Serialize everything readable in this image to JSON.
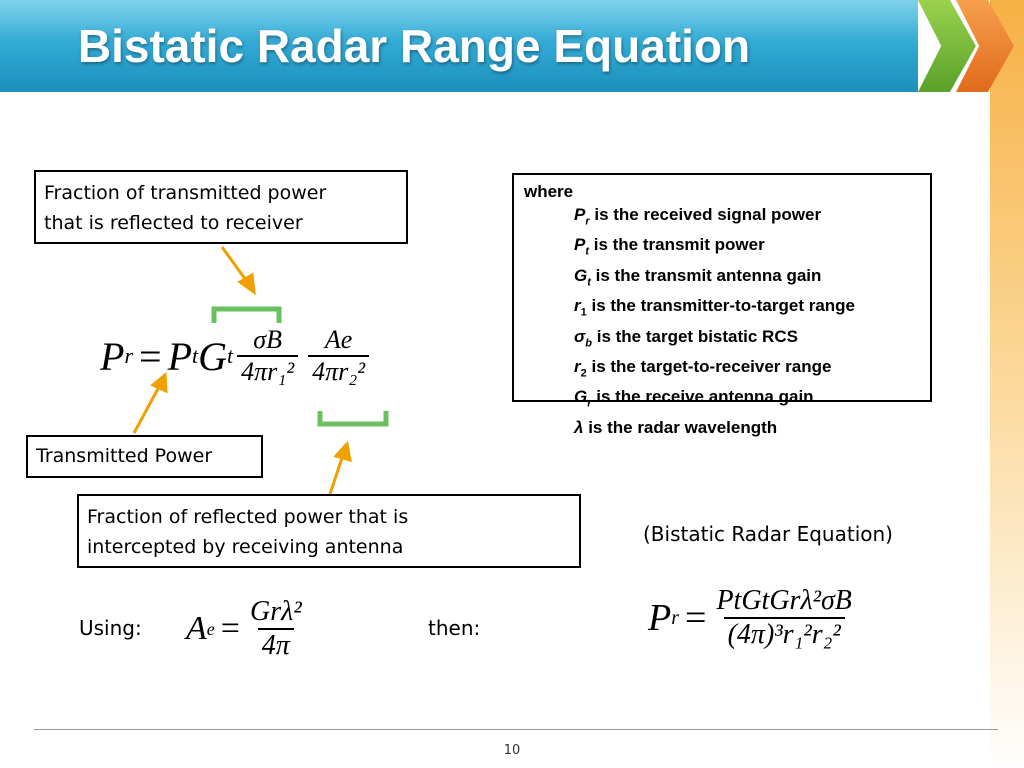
{
  "title": "Bistatic Radar Range Equation",
  "colors": {
    "title_blue": "#2ea6d2",
    "arrow_orange": "#f0a000",
    "bracket_green": "#6abf5e"
  },
  "callouts": {
    "reflected": {
      "line1": "Fraction of transmitted power",
      "line2": "that is reflected to receiver"
    },
    "transmitted": {
      "line1": "Transmitted Power"
    },
    "intercepted": {
      "line1": "Fraction of reflected power that is",
      "line2": "intercepted by receiving antenna"
    }
  },
  "where": {
    "heading": "where",
    "rows": [
      {
        "sym": "P",
        "sub": "r",
        "italic_sub": true,
        "text": " is the received signal power"
      },
      {
        "sym": "P",
        "sub": "t",
        "italic_sub": true,
        "text": " is the transmit power"
      },
      {
        "sym": "G",
        "sub": "t",
        "italic_sub": true,
        "text": " is the transmit antenna gain"
      },
      {
        "sym": "r",
        "sub": "1",
        "italic_sub": false,
        "text": " is the transmitter-to-target range"
      },
      {
        "sym": "σ",
        "sub": "b",
        "italic_sub": true,
        "text": " is the target bistatic RCS"
      },
      {
        "sym": "r",
        "sub": "2",
        "italic_sub": false,
        "text": " is the target-to-receiver range"
      },
      {
        "sym": "G",
        "sub": "r",
        "italic_sub": true,
        "text": " is the receive antenna gain"
      },
      {
        "sym": "λ",
        "sub": "",
        "italic_sub": false,
        "text": " is the radar wavelength"
      }
    ]
  },
  "equation_main": {
    "lhs": "Pr",
    "lhs_sym": "P",
    "lhs_sub": "r",
    "eq": "=",
    "pt_sym": "P",
    "pt_sub": "t",
    "gt_sym": "G",
    "gt_sub": "t",
    "f1_num": "σB",
    "f1_den": "4πr₁²",
    "f2_num": "Ae",
    "f2_den": "4πr₂²"
  },
  "bistatic_label": "(Bistatic Radar Equation)",
  "using_label": "Using:",
  "then_label": "then:",
  "ae_eq": {
    "lhs_sym": "A",
    "lhs_sub": "e",
    "eq": "=",
    "num": "Grλ²",
    "den": "4π"
  },
  "final_eq": {
    "lhs_sym": "P",
    "lhs_sub": "r",
    "eq": "=",
    "num": "PtGtGrλ²σB",
    "den": "(4π)³r₁²r₂²"
  },
  "page_number": "10"
}
